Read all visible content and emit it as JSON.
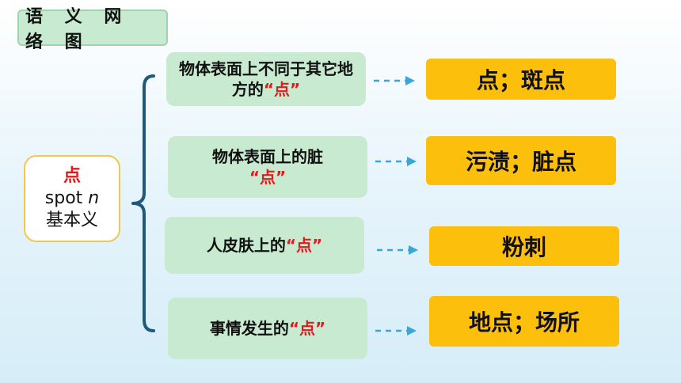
{
  "title": "语 义 网 络 图",
  "core": {
    "hanzi": "点",
    "word": "spot",
    "pos": "n",
    "label": "基本义"
  },
  "senses": [
    {
      "text": "物体表面上不同于其它地方的",
      "highlight": "“点”",
      "answer": "点；斑点"
    },
    {
      "text": "物体表面上的脏",
      "highlight": "“点”",
      "answer": "污渍；脏点"
    },
    {
      "text": "人皮肤上的",
      "highlight": "“点”",
      "answer": "粉刺"
    },
    {
      "text": "事情发生的",
      "highlight": "“点”",
      "answer": "地点；场所"
    }
  ],
  "colors": {
    "sense_box": "#c8ead0",
    "answer_box": "#fbbf0c",
    "highlight": "#e11b1b",
    "arrow": "#3aa6d8",
    "brace": "#1f5a7a"
  }
}
